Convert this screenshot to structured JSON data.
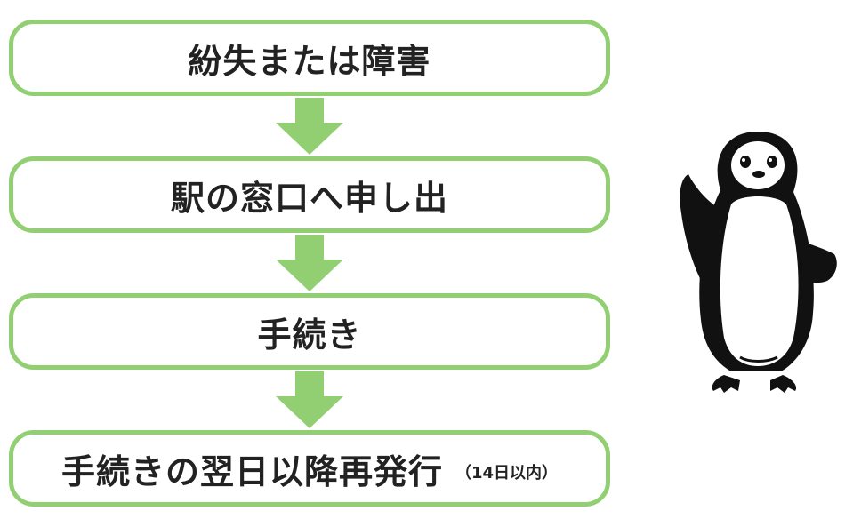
{
  "steps": [
    {
      "label": "紛失または障害",
      "note": ""
    },
    {
      "label": "駅の窓口へ申し出",
      "note": ""
    },
    {
      "label": "手続き",
      "note": ""
    },
    {
      "label": "手続きの翌日以降再発行",
      "note": "（14日以内）"
    }
  ],
  "colors": {
    "accent_green": "#92cf72",
    "text": "#222222",
    "mascot": "#111111"
  },
  "icons": {
    "arrow": "down-arrow-icon",
    "mascot": "penguin-mascot"
  }
}
